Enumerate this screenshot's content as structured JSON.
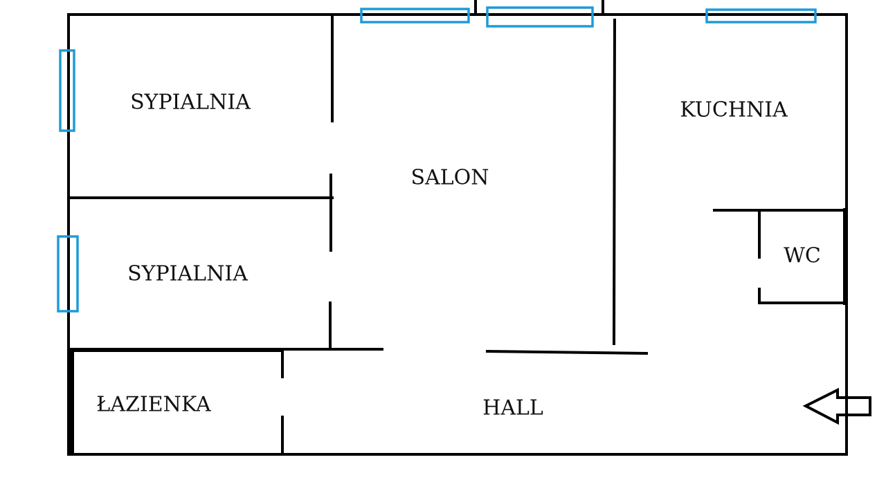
{
  "rooms": {
    "bedroom1": "SYPIALNIA",
    "bedroom2": "SYPIALNIA",
    "living": "SALON",
    "kitchen": "KUCHNIA",
    "wc": "WC",
    "bathroom": "ŁAZIENKA",
    "hall": "HALL"
  },
  "colors": {
    "wall": "#000000",
    "window": "#1e9bd7"
  },
  "icons": {
    "entrance": "arrow-left-icon"
  }
}
